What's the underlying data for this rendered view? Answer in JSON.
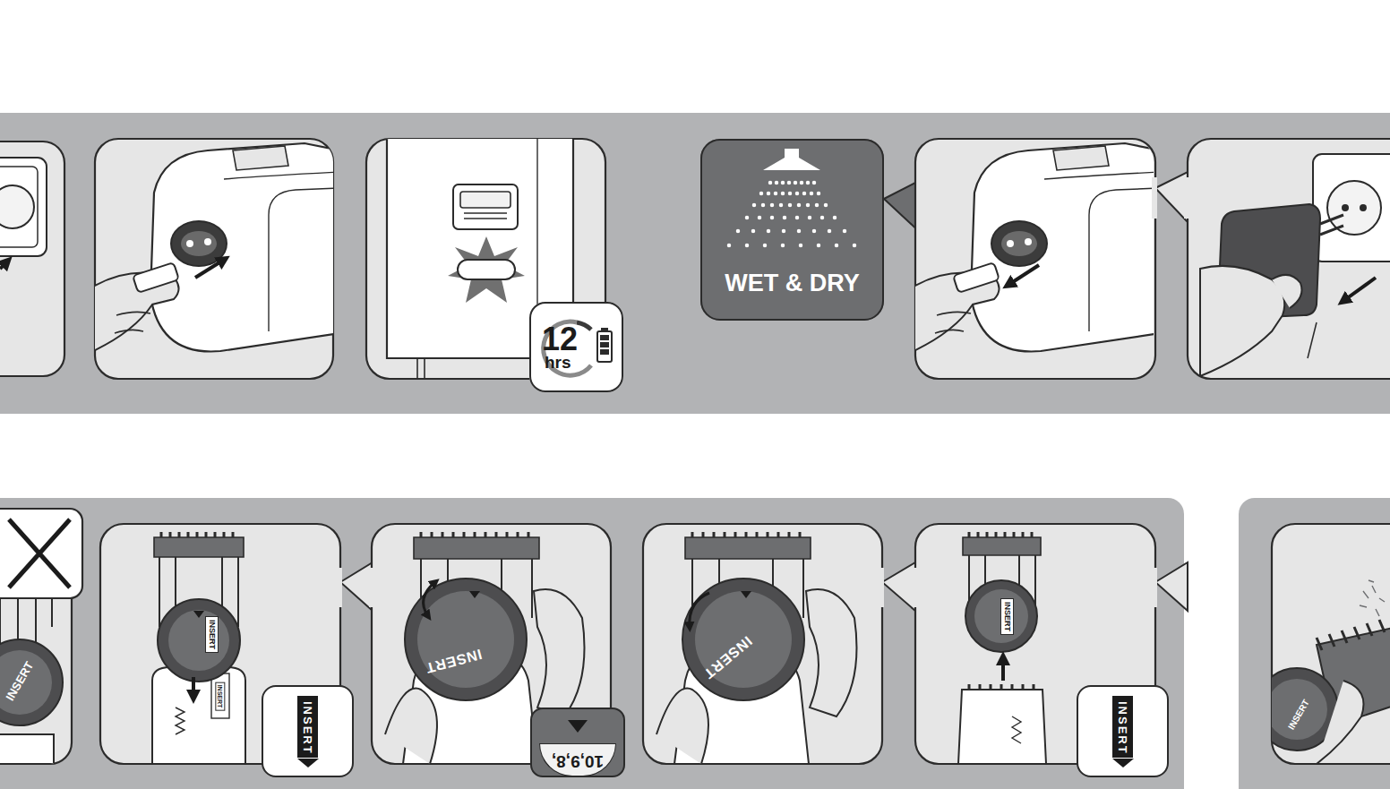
{
  "diagram": {
    "nodes": [
      {
        "text": [
          "12",
          "hrs"
        ]
      },
      {
        "text": [
          "WET & DRY"
        ]
      },
      {
        "text": [
          "INSERT"
        ]
      },
      {
        "text": [
          "10,9,8,"
        ]
      },
      {
        "text": [
          "INSERT"
        ]
      }
    ],
    "labels": [
      "INSERT",
      "INSERT",
      "INSERT",
      "INSERT",
      "INSERT",
      "INSERT",
      "INSERT"
    ]
  }
}
